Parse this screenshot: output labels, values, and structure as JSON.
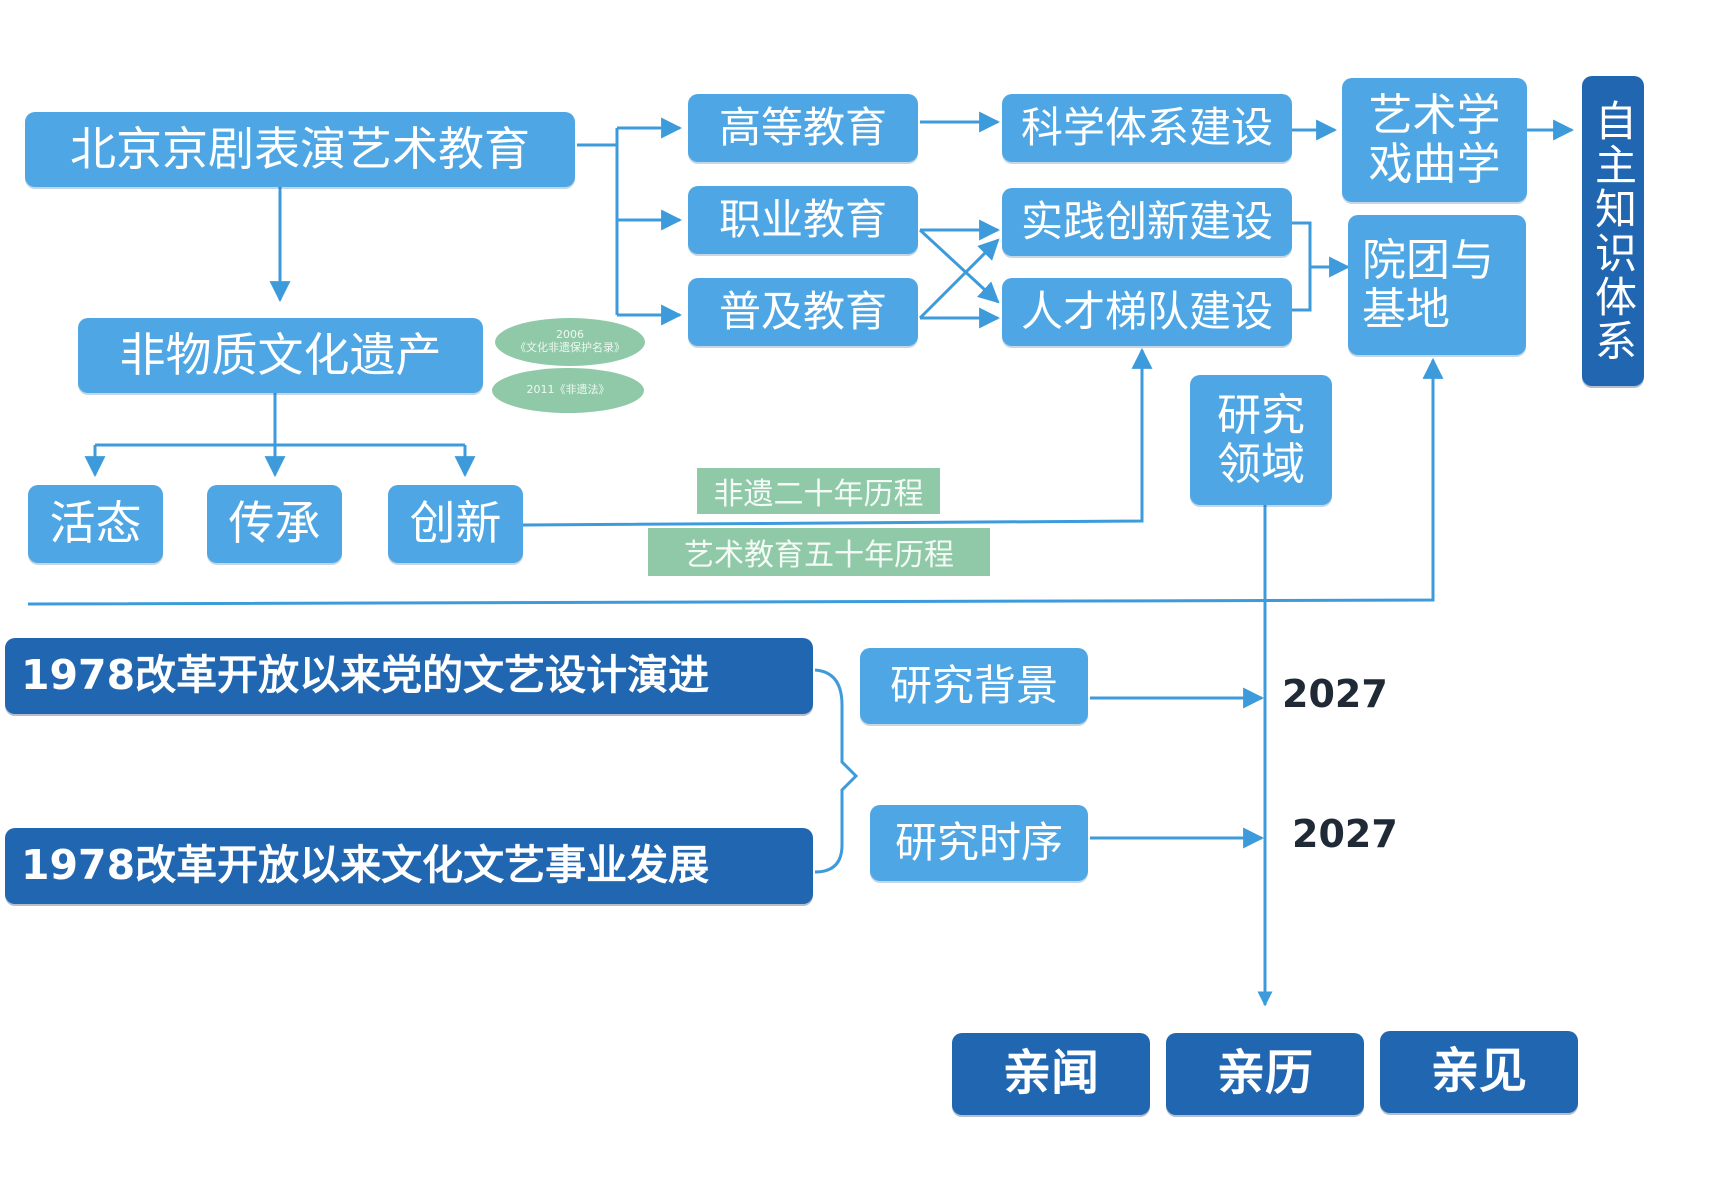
{
  "nodes": {
    "beijing_opera_education": "北京京剧表演艺术教育",
    "intangible_heritage": "非物质文化遗产",
    "living": "活态",
    "inheritance": "传承",
    "innovation": "创新",
    "higher_education": "高等教育",
    "vocational_education": "职业教育",
    "popular_education": "普及教育",
    "science_system": "科学体系建设",
    "practice_innovation": "实践创新建设",
    "talent_echelon": "人才梯队建设",
    "art_opera_studies": "艺术学\n戏曲学",
    "troupe_base": "院团与\n基地",
    "autonomous_knowledge": "自主知识体系",
    "research_field": "研究\n领域",
    "reform_party_design": "1978改革开放以来党的文艺设计演进",
    "reform_culture_dev": "1978改革开放以来文化文艺事业发展",
    "research_background": "研究背景",
    "research_timeline": "研究时序",
    "heard": "亲闻",
    "experienced": "亲历",
    "seen": "亲见"
  },
  "labels": {
    "heritage_twenty_years": "非遗二十年历程",
    "art_edu_fifty_years": "艺术教育五十年历程",
    "oval_2006_year": "2006",
    "oval_2006_text": "《文化非遗保护名录》",
    "oval_2011_text": "2011《非遗法》",
    "year_background": "2027",
    "year_timeline": "2027"
  },
  "colors": {
    "light_box": "#4ea7e4",
    "dark_box": "#2066b0",
    "green_label": "#8fc9a8",
    "line": "#3d9bdc"
  }
}
